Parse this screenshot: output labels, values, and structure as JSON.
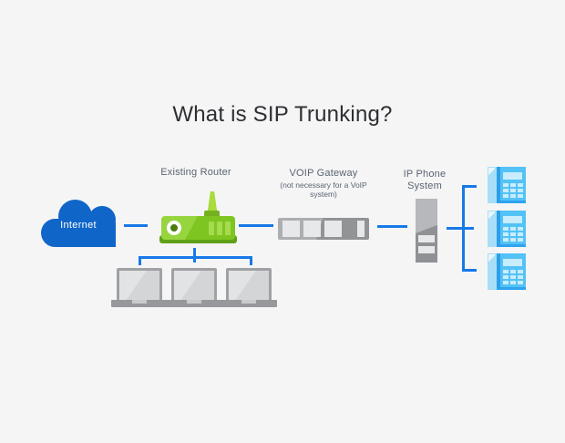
{
  "title": "What is SIP Trunking?",
  "nodes": {
    "internet": {
      "label": "Internet",
      "icon": "cloud-icon",
      "color": "#1065C8"
    },
    "router": {
      "label": "Existing Router",
      "icon": "router-icon",
      "color": "#7EC522"
    },
    "gateway": {
      "label": "VOIP Gateway",
      "sublabel": "(not necessary for a VoIP system)",
      "icon": "gateway-icon",
      "color": "#939598"
    },
    "phone_system": {
      "label": "IP Phone System",
      "icon": "server-tower-icon",
      "color": "#909295"
    },
    "phones": {
      "count": 3,
      "icon": "desk-phone-icon",
      "color": "#53C2F7"
    },
    "laptops": {
      "count": 3,
      "icon": "laptop-icon",
      "color": "#D5D6D8"
    }
  },
  "edges": [
    "internet - existing-router",
    "existing-router - laptops",
    "existing-router - voip-gateway",
    "voip-gateway - ip-phone-system",
    "ip-phone-system - phones"
  ],
  "colors": {
    "background": "#F5F5F6",
    "connector_blue": "#1679E7",
    "title_text": "#2D2F33",
    "label_text": "#5A6470"
  }
}
